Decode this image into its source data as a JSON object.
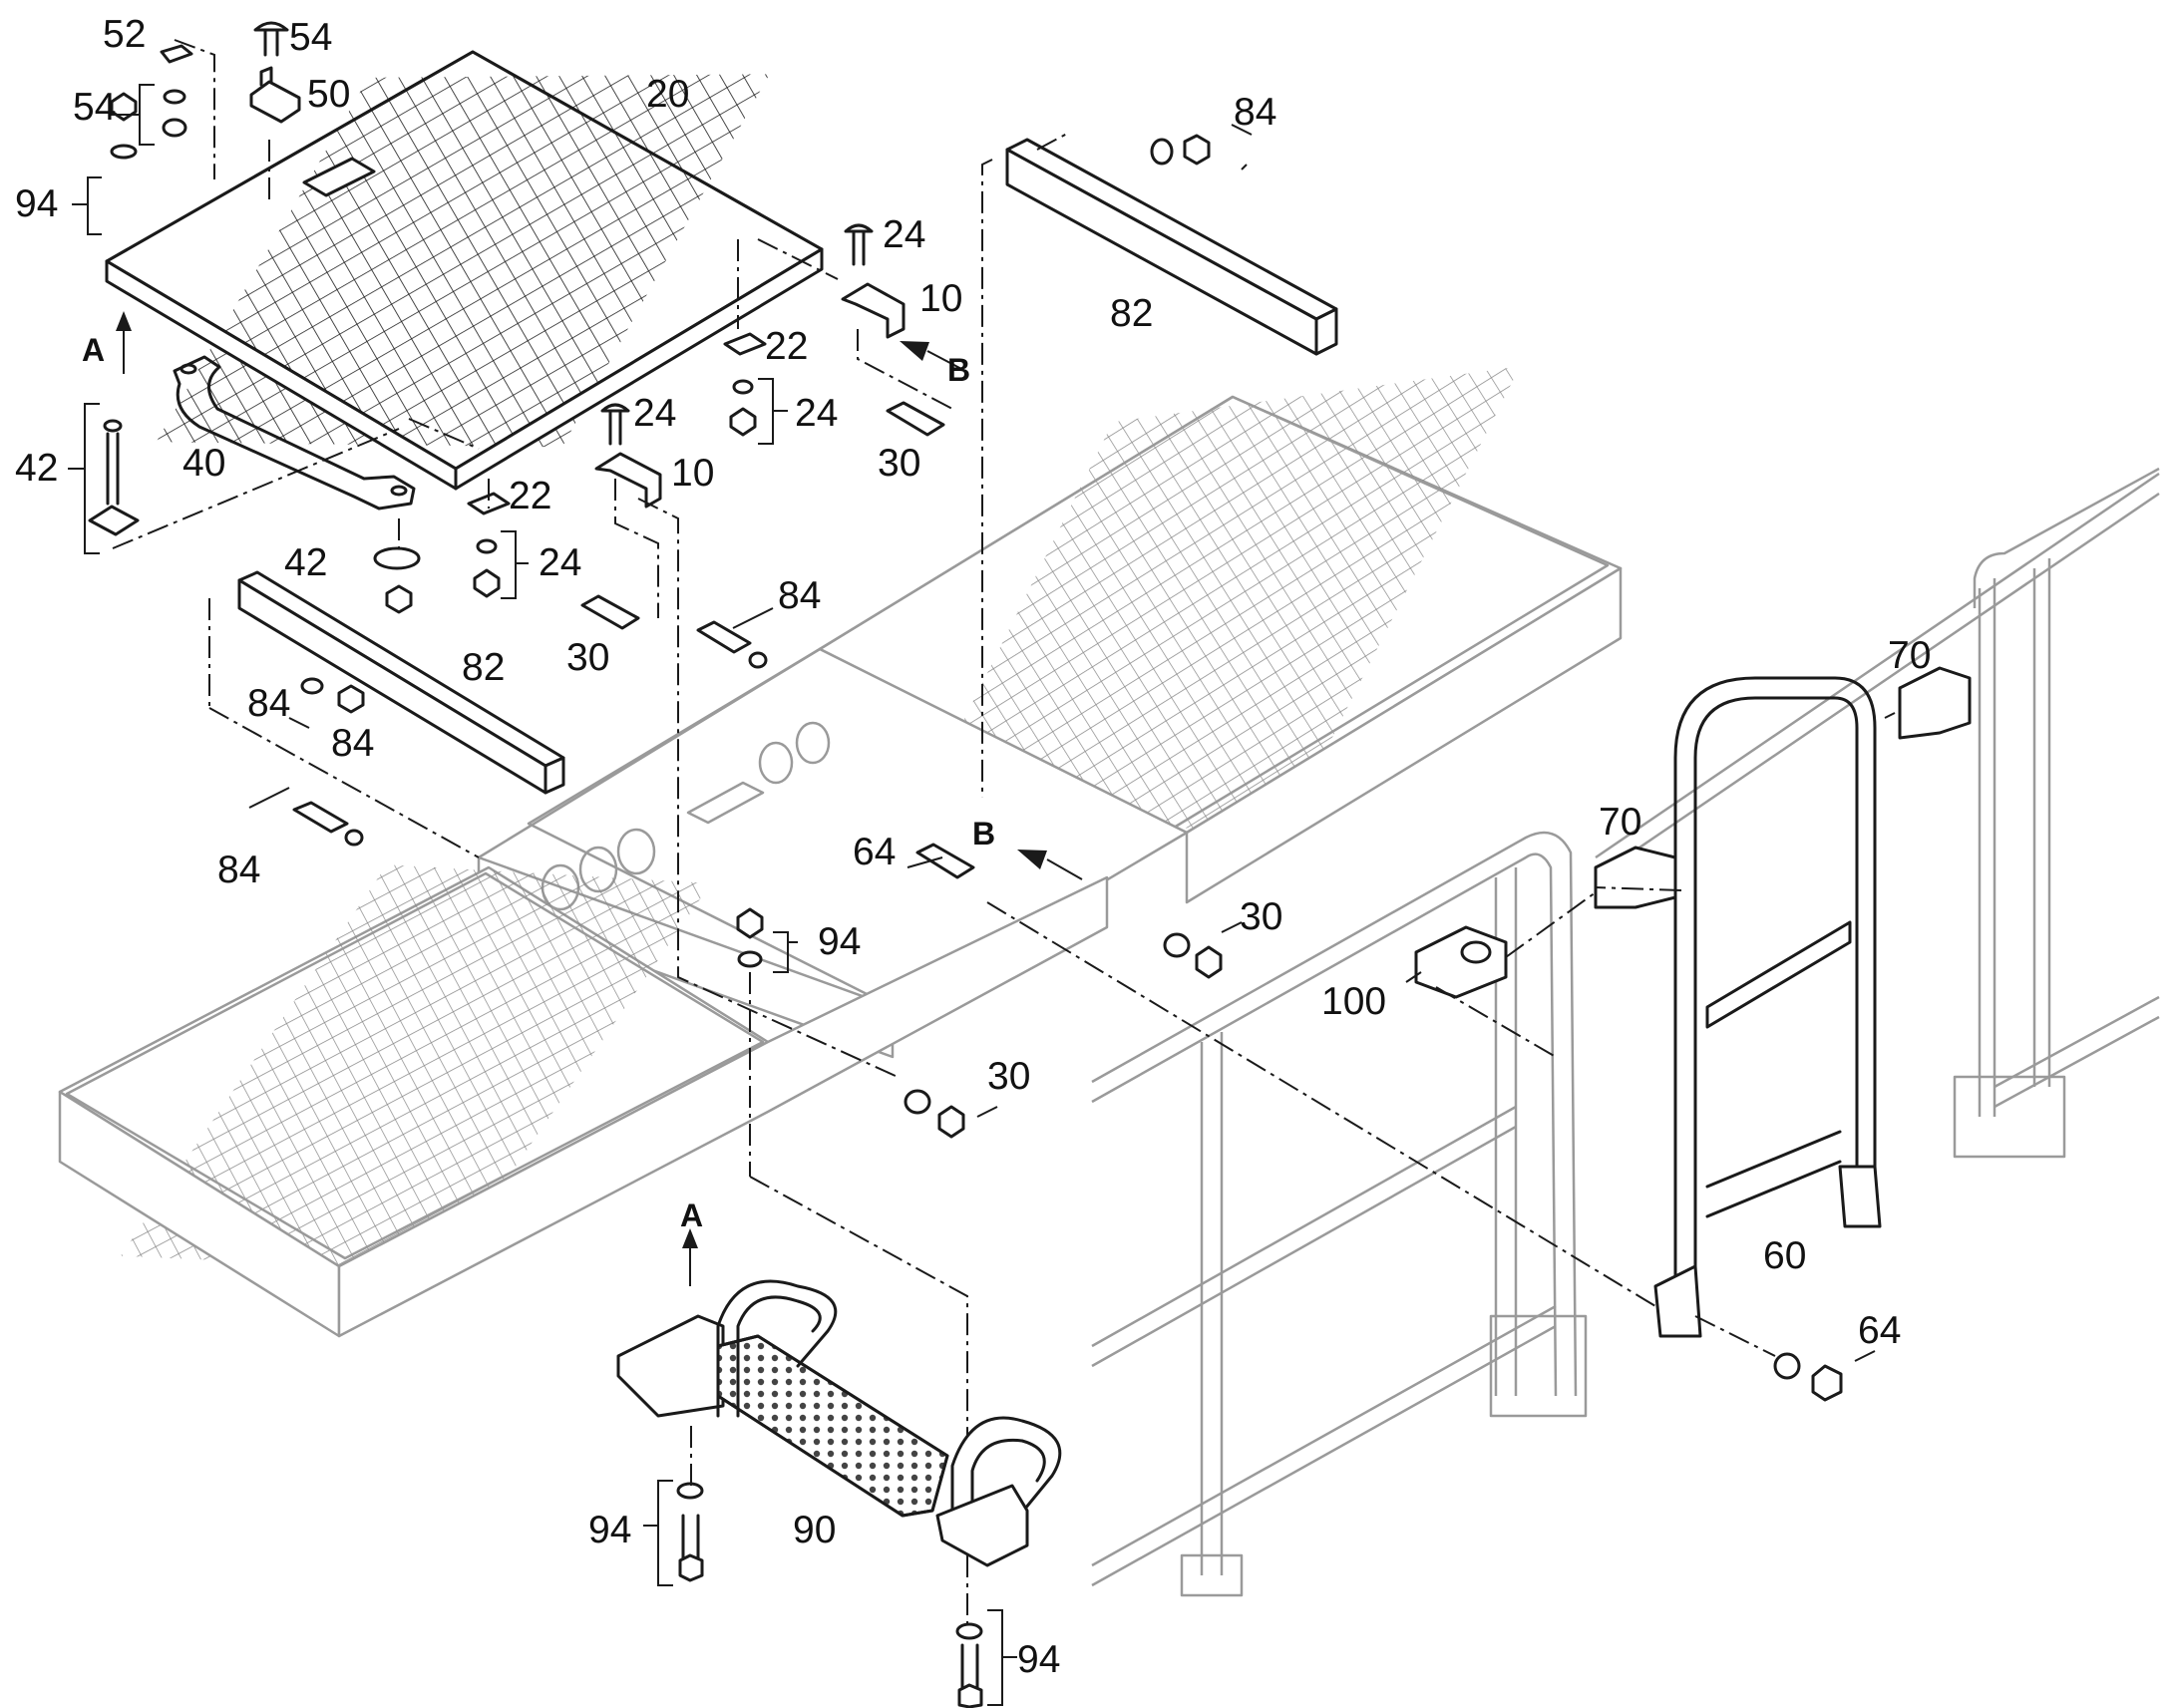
{
  "labels": {
    "p52": "52",
    "p54_top": "54",
    "p50": "50",
    "p54_left": "54",
    "p20": "20",
    "p94_left": "94",
    "view_a_top": "A",
    "p42_left": "42",
    "p40": "40",
    "p42_mid": "42",
    "p82_left": "82",
    "p84_left1": "84",
    "p84_left2": "84",
    "p84_left3": "84",
    "p22_mid": "22",
    "p24_mid": "24",
    "p24_center": "24",
    "p10_center": "10",
    "p30_center": "30",
    "p24_right": "24",
    "p10_right": "10",
    "view_b_right": "B",
    "p22_right": "22",
    "p24_right2": "24",
    "p30_right": "30",
    "p84_top": "84",
    "p82_top": "82",
    "p84_mid": "84",
    "p64_mid": "64",
    "view_b_mid": "B",
    "p94_mid": "94",
    "p30_mid": "30",
    "p30_low": "30",
    "p100": "100",
    "p70_mid": "70",
    "p70_right": "70",
    "p60": "60",
    "p64_low": "64",
    "view_a_low": "A",
    "p94_low1": "94",
    "p90": "90",
    "p94_low2": "94"
  }
}
